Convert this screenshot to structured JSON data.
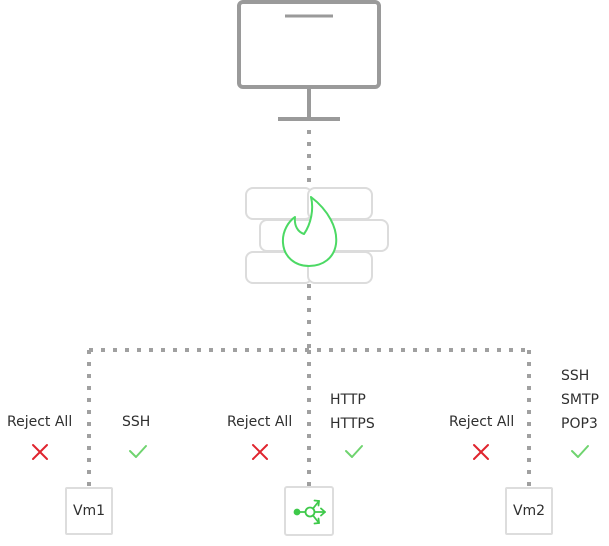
{
  "colors": {
    "connector": "#a0a0a0",
    "monitor": "#9a9a9a",
    "brick": "#dcdcdc",
    "flame": "#4cd964",
    "reject": "#e0242e",
    "allow": "#6fd46f",
    "router": "#3ec94a"
  },
  "icons": {
    "monitor": "monitor-icon",
    "firewall": "firewall-brick-icon",
    "flame": "flame-icon",
    "reject": "cross-icon",
    "allow": "check-icon",
    "router": "router-icon"
  },
  "branches": [
    {
      "id": "vm1",
      "node_label": "Vm1",
      "reject_label": "Reject All",
      "allowed": [
        "SSH"
      ]
    },
    {
      "id": "router",
      "node_label": "",
      "reject_label": "Reject All",
      "allowed": [
        "HTTP",
        "HTTPS"
      ]
    },
    {
      "id": "vm2",
      "node_label": "Vm2",
      "reject_label": "Reject All",
      "allowed": [
        "SSH",
        "SMTP",
        "POP3"
      ]
    }
  ]
}
